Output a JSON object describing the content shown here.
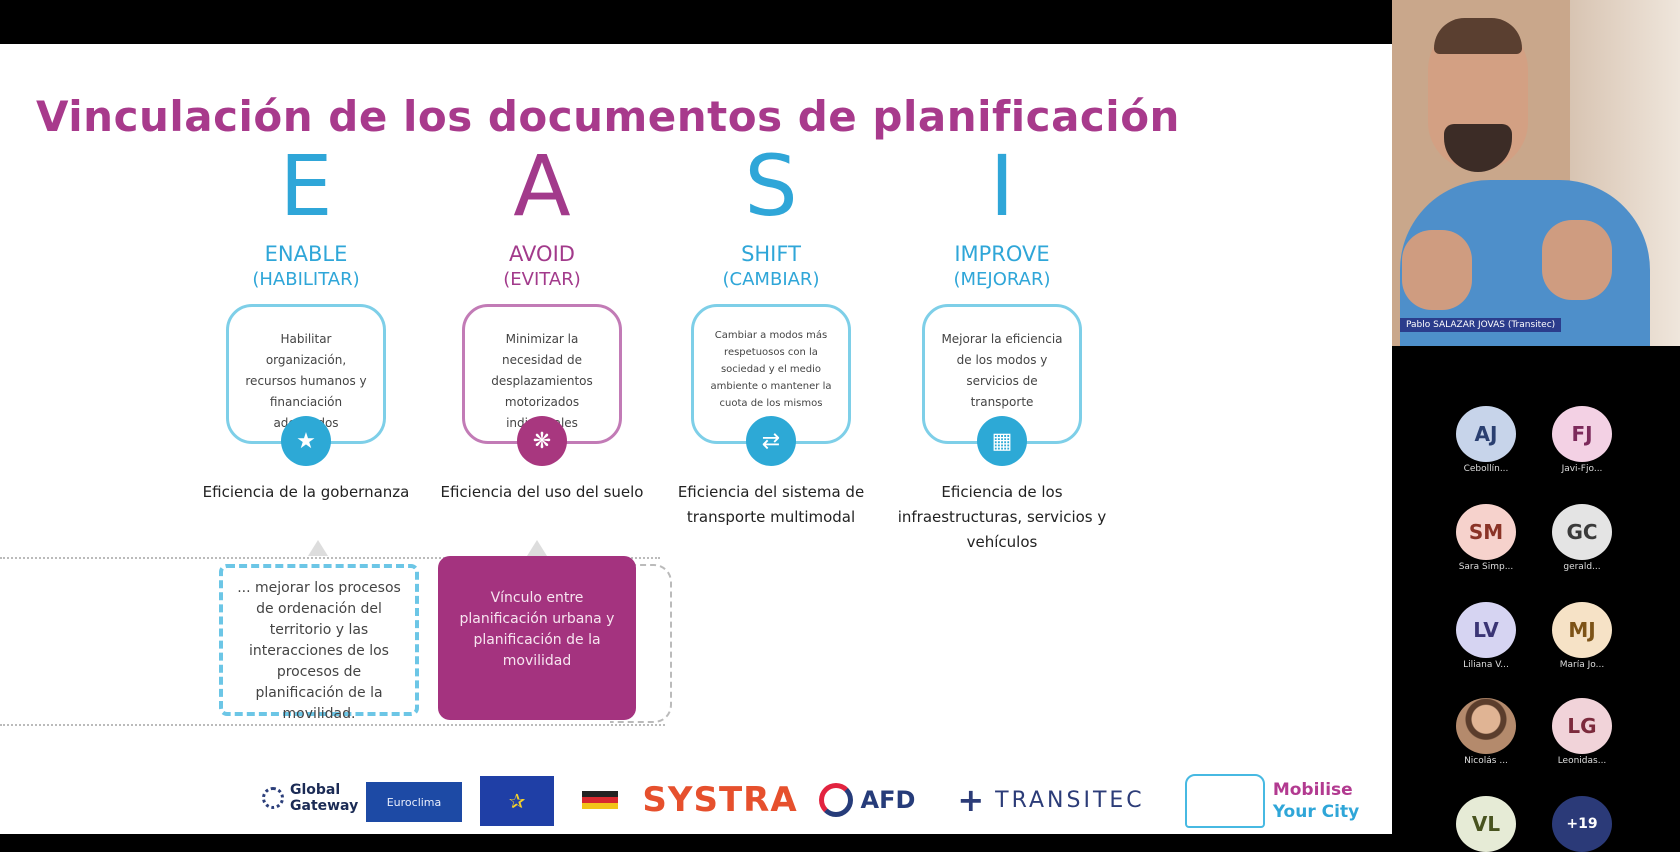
{
  "slide": {
    "title": "Vinculación de los documentos de planificación",
    "columns": [
      {
        "letter": "E",
        "name": "ENABLE",
        "sub": "(HABILITAR)",
        "text": "Habilitar organización, recursos humanos y financiación adecuados",
        "eff": "Eficiencia de la gobernanza",
        "icon": "governance-icon",
        "color": "blue"
      },
      {
        "letter": "A",
        "name": "AVOID",
        "sub": "(EVITAR)",
        "text": "Minimizar la necesidad de desplazamientos motorizados individuales",
        "eff": "Eficiencia del uso del suelo",
        "icon": "land-use-icon",
        "color": "purple"
      },
      {
        "letter": "S",
        "name": "SHIFT",
        "sub": "(CAMBIAR)",
        "text": "Cambiar a modos más respetuosos con la sociedad y el medio ambiente o mantener la cuota de los mismos",
        "eff": "Eficiencia del sistema de transporte multimodal",
        "icon": "transport-modes-icon",
        "color": "blue"
      },
      {
        "letter": "I",
        "name": "IMPROVE",
        "sub": "(MEJORAR)",
        "text": "Mejorar la eficiencia de los modos y servicios de transporte",
        "eff": "Eficiencia de los infraestructuras, servicios y vehículos",
        "icon": "vehicle-icon",
        "color": "blue"
      }
    ],
    "box_left": "... mejorar los procesos de ordenación del territorio y las interacciones de los procesos de planificación de la movilidad.",
    "box_magenta": "Vínculo entre planificación urbana y planificación de la movilidad",
    "logos": {
      "global_gateway": "Global Gateway",
      "euroclima": "Euroclima",
      "systra": "SYSTRA",
      "afd": "AFD",
      "transitec": "TRANSITEC",
      "myc_line1": "Mobilise",
      "myc_line2": "Your City"
    }
  },
  "speaker": {
    "name_tag": "Pablo SALAZAR JOVAS (Transitec)"
  },
  "participants": [
    {
      "initials": "AJ",
      "label": "Cebollín...",
      "bg": "#c7d4ea",
      "fg": "#2a3f70"
    },
    {
      "initials": "FJ",
      "label": "Javi-Fjo...",
      "bg": "#f3d1e4",
      "fg": "#7c2a5b"
    },
    {
      "initials": "SM",
      "label": "Sara Simp...",
      "bg": "#f6d2cc",
      "fg": "#8a3326"
    },
    {
      "initials": "GC",
      "label": "gerald...",
      "bg": "#e4e4e4",
      "fg": "#3a3a3a"
    },
    {
      "initials": "LV",
      "label": "Liliana V...",
      "bg": "#d6d4f2",
      "fg": "#3b3575"
    },
    {
      "initials": "MJ",
      "label": "María Jo...",
      "bg": "#f6e2c6",
      "fg": "#7d5317"
    },
    {
      "initials": "",
      "label": "Nicolás ...",
      "bg": "#b48a6c",
      "fg": "#ffffff"
    },
    {
      "initials": "LG",
      "label": "Leonidas...",
      "bg": "#f1d3d9",
      "fg": "#7c2a3c"
    },
    {
      "initials": "VL",
      "label": "",
      "bg": "#e6ebd6",
      "fg": "#48531f"
    },
    {
      "initials": "+19",
      "label": "",
      "bg": "#2b3a78",
      "fg": "#ffffff"
    }
  ]
}
